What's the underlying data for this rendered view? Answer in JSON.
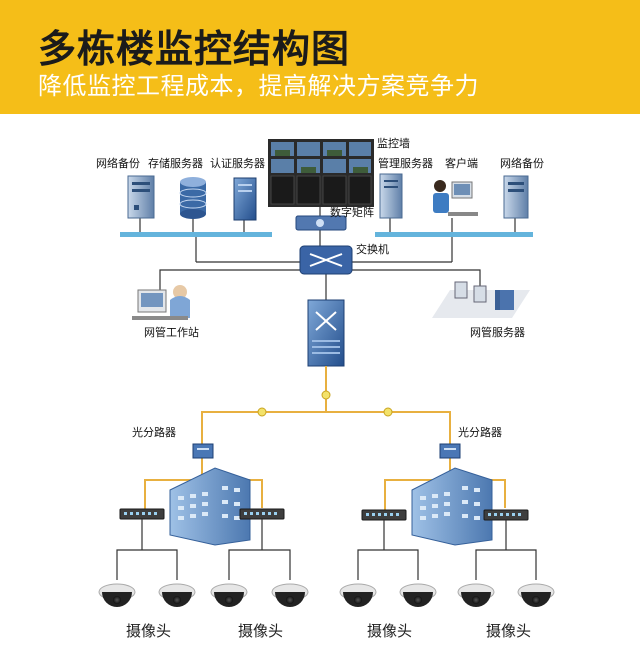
{
  "header": {
    "title": "多栋楼监控结构图",
    "subtitle": "降低监控工程成本，提高解决方案竞争力"
  },
  "nodes": {
    "network_backup_left": "网络备份",
    "storage_server": "存储服务器",
    "auth_server": "认证服务器",
    "monitor_wall": "监控墙",
    "management_server": "管理服务器",
    "client": "客户端",
    "network_backup_right": "网络备份",
    "digital_matrix": "数字矩阵",
    "switch": "交换机",
    "nms_workstation": "网管工作站",
    "nms_server": "网管服务器",
    "splitter_left": "光分路器",
    "splitter_right": "光分路器"
  },
  "cameras": {
    "group_label_1": "摄像头",
    "group_label_2": "摄像头",
    "group_label_3": "摄像头",
    "group_label_4": "摄像头"
  },
  "colors": {
    "banner": "#f5be18",
    "lan_bus": "#64b4dc",
    "fiber": "#e8b040",
    "wire": "#333333"
  }
}
